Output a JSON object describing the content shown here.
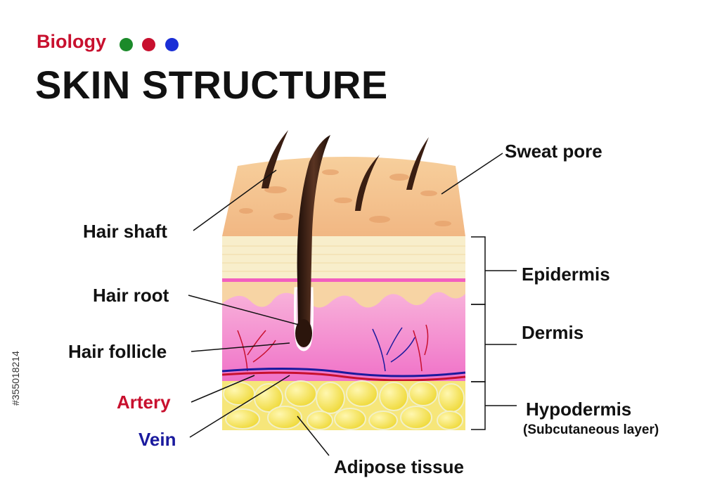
{
  "header": {
    "subject": "Biology",
    "title": "SKIN STRUCTURE",
    "dots": [
      "#1b8a2a",
      "#c8102e",
      "#1a2ed6"
    ]
  },
  "labels": {
    "sweat_pore": "Sweat pore",
    "hair_shaft": "Hair shaft",
    "hair_root": "Hair root",
    "hair_follicle": "Hair follicle",
    "artery": "Artery",
    "vein": "Vein",
    "adipose_tissue": "Adipose tissue",
    "epidermis": "Epidermis",
    "dermis": "Dermis",
    "hypodermis": "Hypodermis",
    "hypodermis_note": "(Subcutaneous layer)"
  },
  "colors": {
    "artery": "#c8102e",
    "vein": "#1a1a9e",
    "skin_surface": "#f5c08a",
    "epidermis": "#f7ecc6",
    "dermis": "#f58fd0",
    "adipose": "#f5e35a",
    "hair": "#3a1e12"
  },
  "watermark": {
    "stock_id": "#355018214"
  }
}
